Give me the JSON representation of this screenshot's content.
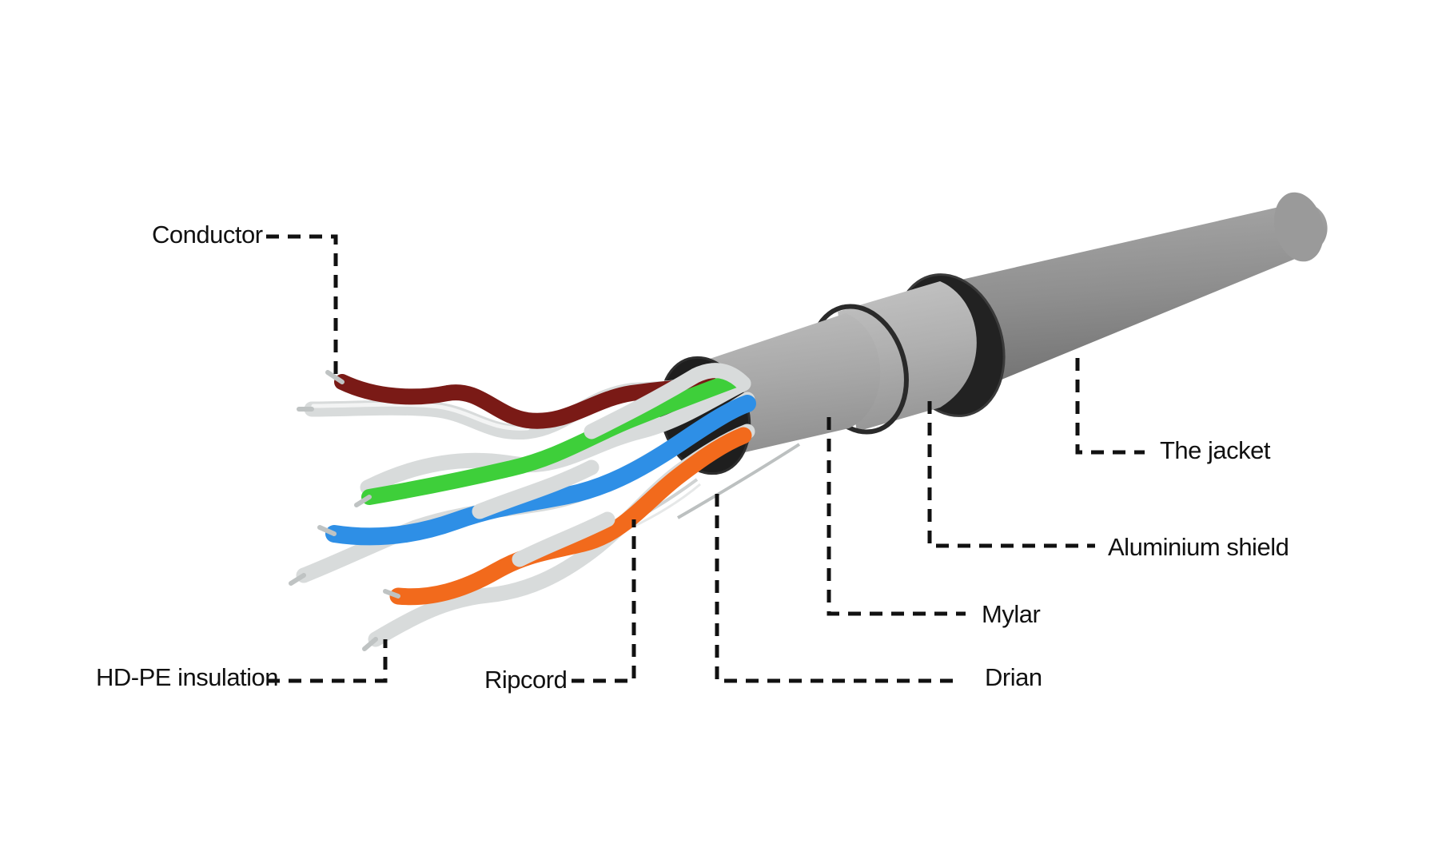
{
  "labels": {
    "conductor": "Conductor",
    "insulation": "HD-PE insulation",
    "ripcord": "Ripcord",
    "drain": "Drian",
    "mylar": "Mylar",
    "shield": "Aluminium shield",
    "jacket": "The jacket"
  },
  "colors": {
    "jacket": "#8e8e8e",
    "shield": "#b2b2b2",
    "mylar": "#a6a6a6",
    "pair_brown": "#7a1a16",
    "pair_green": "#3ecf3a",
    "pair_blue": "#2e8fe6",
    "pair_orange": "#f26a1c",
    "insulation_white": "#d8dbdb"
  }
}
